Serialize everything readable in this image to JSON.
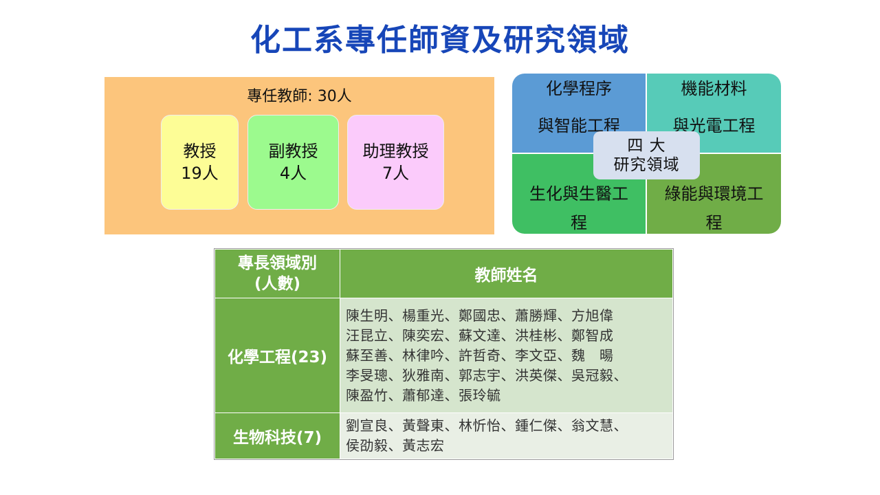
{
  "title": "化工系專任師資及研究領域",
  "faculty": {
    "total_label": "專任教師: 30人",
    "ranks": [
      {
        "title": "教授",
        "count": "19人"
      },
      {
        "title": "副教授",
        "count": "4人"
      },
      {
        "title": "助理教授",
        "count": "7人"
      }
    ]
  },
  "research_areas": {
    "center_line1": "四 大",
    "center_line2": "研究領域",
    "areas": [
      {
        "line1": "化學程序",
        "line2": "與智能工程",
        "color": "#5b9bd5"
      },
      {
        "line1": "機能材料",
        "line2": "與光電工程",
        "color": "#57cbb8"
      },
      {
        "line1": "生化與生醫工",
        "line2": "程",
        "color": "#3fbf63"
      },
      {
        "line1": "綠能與環境工",
        "line2": "程",
        "color": "#70ad47"
      }
    ]
  },
  "table": {
    "header_area_line1": "專長領域別",
    "header_area_line2": "(人數)",
    "header_names": "教師姓名",
    "rows": [
      {
        "area": "化學工程(23)",
        "lines": [
          "陳生明、楊重光、鄭國忠、蕭勝輝、方旭偉",
          "汪昆立、陳奕宏、蘇文達、洪桂彬、鄭智成",
          "蘇至善、林律吟、許哲奇、李文亞、魏　暘",
          "李旻璁、狄雅南、郭志宇、洪英傑、吳冠毅、",
          "陳盈竹、蕭郁達、張玲毓"
        ]
      },
      {
        "area": "生物科技(7)",
        "lines": [
          "劉宣良、黃聲東、林忻怡、鍾仁傑、翁文慧、",
          "侯劭毅、黃志宏"
        ]
      }
    ]
  }
}
